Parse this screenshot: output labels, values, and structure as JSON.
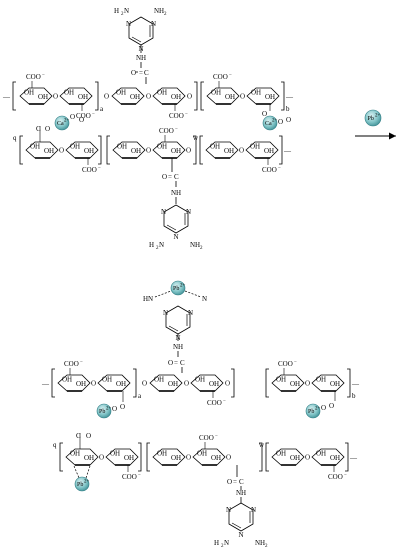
{
  "labels": {
    "nh2": "NH",
    "two": "2",
    "nh": "NH",
    "n": "N",
    "hn": "HN",
    "h2n": "H",
    "c": "C",
    "o": "O",
    "oh": "OH",
    "coo": "COO",
    "minus": "−",
    "brk_a": "a",
    "brk_b": "b",
    "brk_q": "q",
    "brk_w": "w"
  },
  "ions": {
    "ca": "Ca",
    "ca_charge": "2+",
    "pb": "Pb",
    "pb_charge": "2+"
  },
  "colors": {
    "ion_fill": "#7fc3c6",
    "ion_stroke": "#2f7d84",
    "ink": "#000000"
  }
}
